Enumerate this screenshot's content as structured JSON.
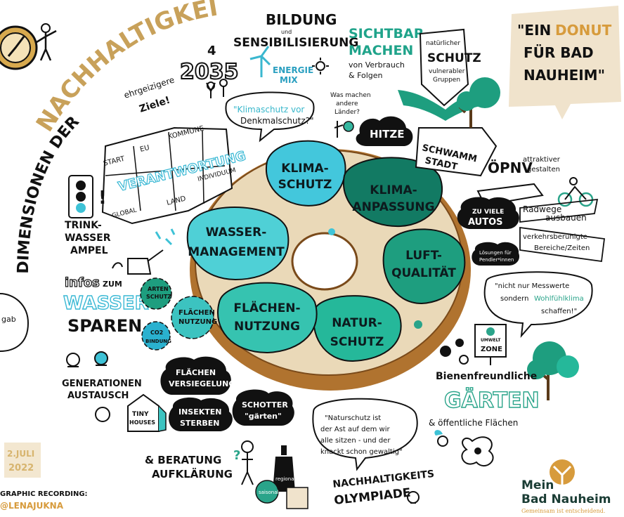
{
  "colors": {
    "donut_dough": "#ead9b8",
    "donut_crust": "#b0732f",
    "teal_dark": "#127a63",
    "teal_mid": "#25b89a",
    "cyan": "#43c7dc",
    "gold": "#c8a15a",
    "brand_green": "#1a3c34",
    "brand_orange": "#d79b3c"
  },
  "title": {
    "part1": "DIMENSIONEN DER",
    "part2": "NACHHALTIGKEIT:"
  },
  "quote_badge": {
    "line1": "\"EIN",
    "word": "DONUT",
    "line2": "FÜR BAD",
    "line3": "NAUHEIM\""
  },
  "donut_segments": [
    {
      "id": "klimaschutz",
      "line1": "KLIMA-",
      "line2": "SCHUTZ"
    },
    {
      "id": "klimaanpassung",
      "line1": "KLIMA-",
      "line2": "ANPASSUNG"
    },
    {
      "id": "luftqualitaet",
      "line1": "LUFT-",
      "line2": "QUALITÄT"
    },
    {
      "id": "naturschutz",
      "line1": "NATUR-",
      "line2": "SCHUTZ"
    },
    {
      "id": "flaechennutzung",
      "line1": "FLÄCHEN-",
      "line2": "NUTZUNG"
    },
    {
      "id": "wassermanagement",
      "line1": "WASSER-",
      "line2": "MANAGEMENT"
    }
  ],
  "top": {
    "bildung": "BILDUNG",
    "und": "und",
    "sensibilisierung": "SENSIBILISIERUNG",
    "energiemix_1": "ENERGIE",
    "energiemix_2": "MIX",
    "year_top": "4",
    "year": "2035",
    "ehrgeizige_1": "ehrgeizigere",
    "ehrgeizige_2": "Ziele!",
    "sichtbar_1": "SICHTBAR",
    "sichtbar_2": "MACHEN",
    "sichtbar_3": "von Verbrauch",
    "sichtbar_4": "& Folgen",
    "schutz_1": "natürlicher",
    "schutz_2": "SCHUTZ",
    "schutz_3": "vulnerabler",
    "schutz_4": "Gruppen",
    "laender_1": "Was machen",
    "laender_2": "andere",
    "laender_3": "Länder?",
    "hitze": "HITZE",
    "klimaschutz_q1": "\"Klimaschutz vor",
    "klimaschutz_q2": "Denkmalschutz?\"",
    "schwamm_1": "SCHWAMM",
    "schwamm_2": "STADT"
  },
  "puzzle": {
    "verantwortung": "VERANTWORTUNG",
    "start": "START",
    "eu": "EU",
    "kommune": "KOMMUNE",
    "individuum": "INDIVIDUUM",
    "land": "LAND",
    "global": "GLOBAL"
  },
  "left": {
    "trinkwasser_1": "TRINK-",
    "trinkwasser_2": "WASSER",
    "trinkwasser_3": "AMPEL",
    "infos": "infos",
    "zum": "ZUM",
    "wasser": "WASSER",
    "sparen": "SPAREN",
    "gab": "gab",
    "artenschutz_1": "ARTEN",
    "artenschutz_2": "SCHUTZ",
    "flaechen_1": "FLÄCHEN",
    "flaechen_2": "NUTZUNG",
    "co2_1": "CO2",
    "co2_2": "BINDUNG",
    "generationen_1": "GENERATIONEN",
    "generationen_2": "AUSTAUSCH",
    "versiegelung_1": "FLÄCHEN",
    "versiegelung_2": "VERSIEGELUNG",
    "insekten_1": "INSEKTEN",
    "insekten_2": "STERBEN",
    "schotter_1": "SCHOTTER",
    "schotter_2": "\"gärten\"",
    "tiny_1": "TINY",
    "tiny_2": "HOUSES",
    "date_1": "2.JULI",
    "date_2": "2022",
    "credit_1": "GRAPHIC RECORDING:",
    "credit_2": "@LENAJUKNA"
  },
  "right": {
    "oepnv_1": "ÖPNV",
    "oepnv_2": "attraktiver",
    "oepnv_3": "gestalten",
    "autos_1": "ZU VIELE",
    "autos_2": "AUTOS",
    "radwege_1": "Radwege",
    "radwege_2": "ausbauen",
    "verkehr_1": "verkehrsberuhigte",
    "verkehr_2": "Bereiche/Zeiten",
    "pendler_1": "Lösungen für",
    "pendler_2": "Pendler*innen",
    "mess_1": "\"nicht nur Messwerte",
    "mess_2": "sondern",
    "mess_3": "Wohlfühlklima",
    "mess_4": "schaffen!\"",
    "zone_1": "UMWELT",
    "zone_2": "ZONE",
    "bienen_1": "Bienenfreundliche",
    "bienen_2": "GÄRTEN",
    "bienen_3": "& öffentliche Flächen"
  },
  "bottom": {
    "natur_q1": "\"Naturschutz ist",
    "natur_q2": "der Ast auf dem wir",
    "natur_q3": "alle sitzen - und der",
    "natur_q4": "knackt schon gewaltig\"",
    "beratung_1": "& BERATUNG",
    "beratung_2": "AUFKLÄRUNG",
    "olympiade_1": "NACHHALTIGKEITS",
    "olympiade_2": "OLYMPIADE",
    "regional": "regional",
    "saisonal": "saisonal"
  },
  "brand": {
    "line1": "Mein",
    "line2": "Bad Nauheim",
    "slogan": "Gemeinsam ist entscheidend."
  }
}
